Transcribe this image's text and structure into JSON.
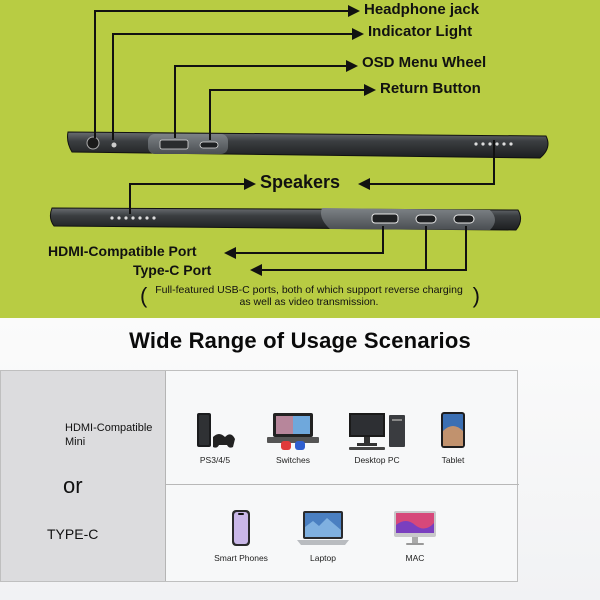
{
  "callouts": {
    "headphone": "Headphone jack",
    "indicator": "Indicator Light",
    "osd": "OSD Menu Wheel",
    "return": "Return Button",
    "speakers": "Speakers",
    "hdmi_port": "HDMI-Compatible Port",
    "typec_port": "Type-C Port",
    "note_line1": "Full-featured USB-C ports, both of which support reverse charging",
    "note_line2": "as well as video transmission."
  },
  "usage": {
    "title": "Wide Range of Usage Scenarios",
    "left_hdmi_line1": "HDMI-Compatible",
    "left_hdmi_line2": "Mini",
    "left_or": "or",
    "left_typec": "TYPE-C",
    "devices_row1": [
      "PS3/4/5",
      "Switches",
      "Desktop PC",
      "Tablet"
    ],
    "devices_row2": [
      "Smart Phones",
      "Laptop",
      "MAC"
    ]
  },
  "colors": {
    "lime_background": "#b8cc43",
    "device_body": "#3a3d40",
    "text": "#111111"
  },
  "icons": [
    "headphone-jack-icon",
    "indicator-light-icon",
    "osd-wheel-icon",
    "return-button-icon",
    "speaker-grille-icon",
    "hdmi-port-icon",
    "usb-c-port-icon",
    "ps5-console-icon",
    "switch-console-icon",
    "desktop-pc-icon",
    "tablet-icon",
    "smartphone-icon",
    "laptop-icon",
    "mac-icon"
  ]
}
